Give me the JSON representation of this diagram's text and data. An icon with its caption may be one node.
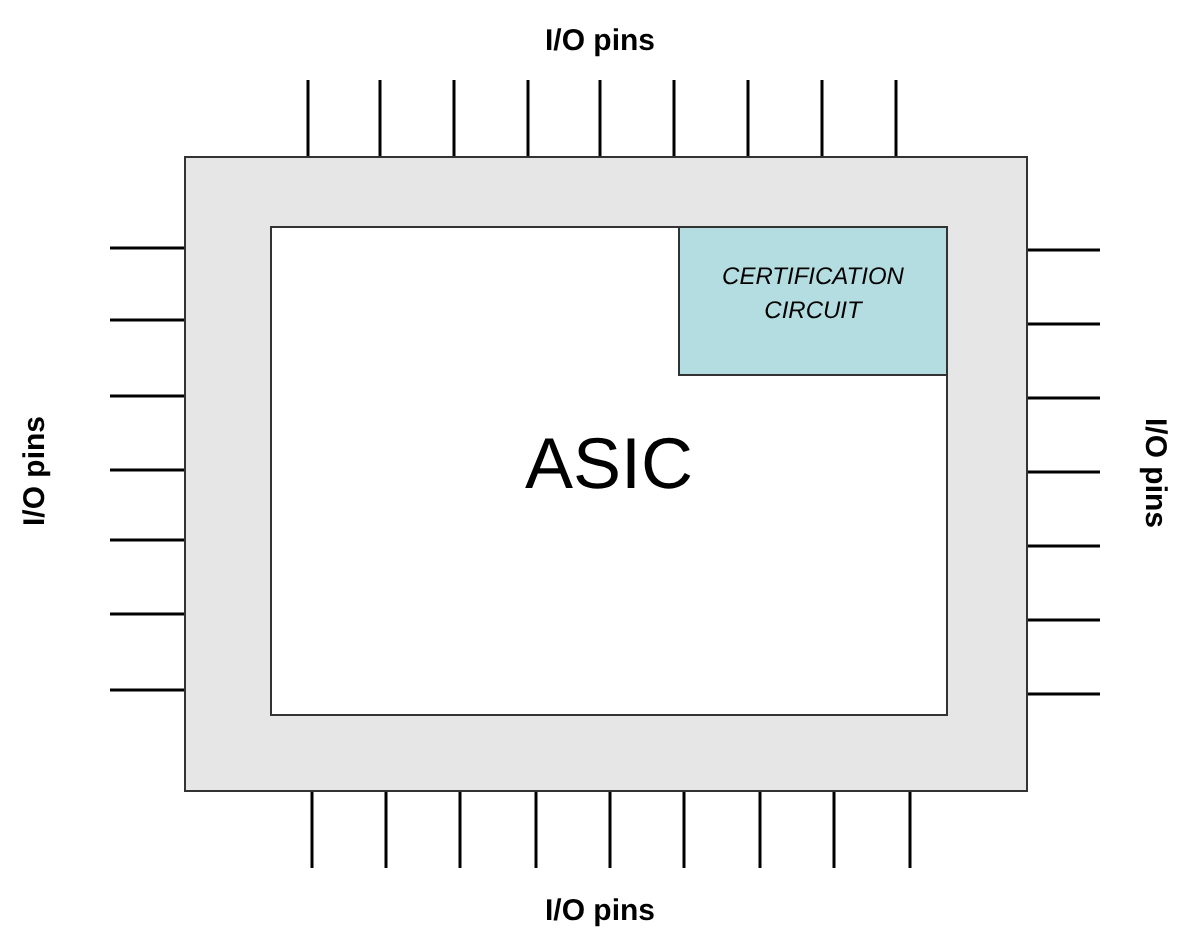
{
  "diagram": {
    "nodes": [
      {
        "text": [],
        "shape": "box"
      },
      {
        "text": [
          "ASIC"
        ],
        "in": 0
      },
      {
        "text": [
          "CERTIFICATION CIRCUIT"
        ],
        "in": 1
      }
    ],
    "labels": [
      "I/O pins",
      "I/O pins",
      "I/O pins",
      "I/O pins"
    ]
  }
}
